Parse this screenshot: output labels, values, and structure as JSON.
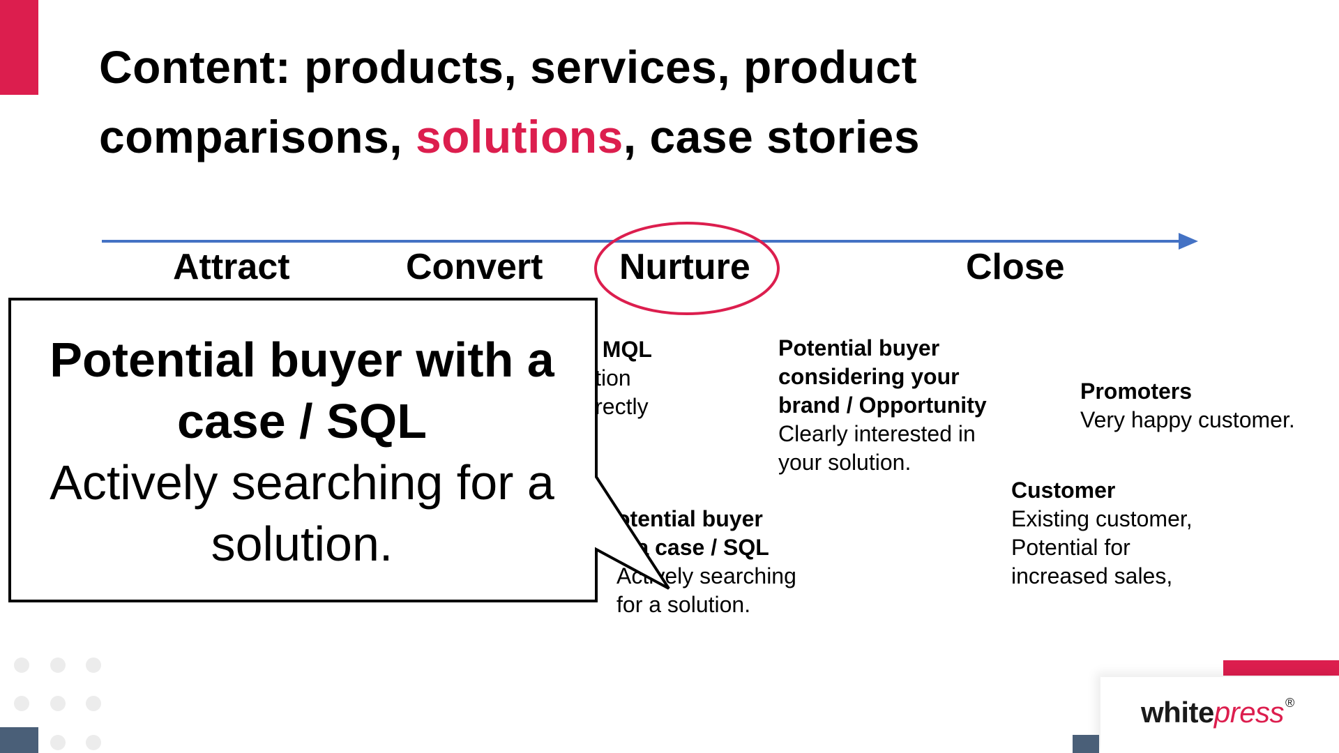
{
  "title": {
    "part1": "Content: products, services, product comparisons, ",
    "highlight": "solutions",
    "part2": ", case stories"
  },
  "stages": [
    "Attract",
    "Convert",
    "Nurture",
    "Close"
  ],
  "cards": {
    "mql": {
      "title": "/ MQL",
      "line1": "ition",
      "line2": "irectly"
    },
    "opportunity": {
      "title1": "Potential buyer",
      "title2": "considering your",
      "title3": "brand / Opportunity",
      "body1": "Clearly interested in",
      "body2": "your solution."
    },
    "promoters": {
      "title": "Promoters",
      "body": "Very happy customer."
    },
    "customer": {
      "title": "Customer",
      "body1": "Existing customer,",
      "body2": "Potential for",
      "body3": "increased sales,"
    },
    "sql": {
      "title1": "otential buyer",
      "title2": "h a case / SQL",
      "body1": "Actively searching",
      "body2": "for a solution."
    }
  },
  "callout": {
    "title": "Potential buyer with a case / SQL",
    "body": "Actively searching for a solution."
  },
  "logo": {
    "word1": "white",
    "word2": "press",
    "mark": "®"
  },
  "colors": {
    "accent": "#dc1e4e",
    "arrow": "#4472c4",
    "slate": "#4a5f78"
  }
}
